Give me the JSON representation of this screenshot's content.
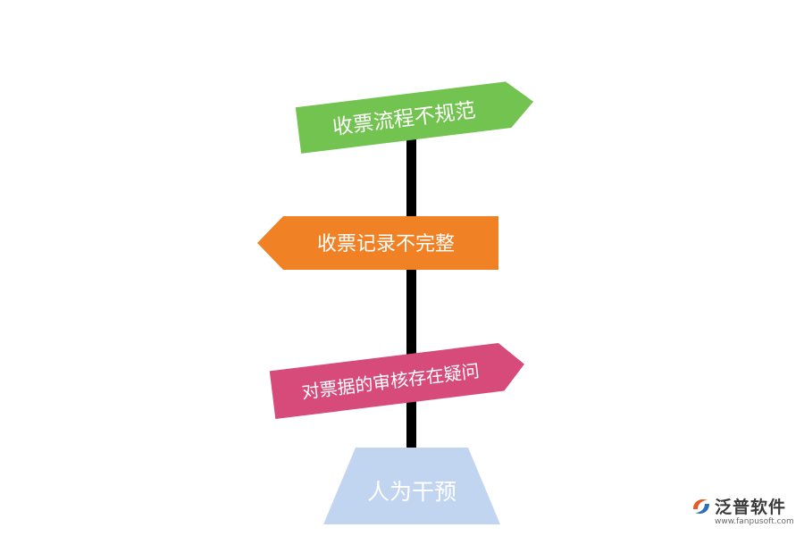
{
  "signpost": {
    "signs": [
      {
        "label": "收票流程不规范",
        "color": "#72c34f"
      },
      {
        "label": "收票记录不完整",
        "color": "#f08124"
      },
      {
        "label": "对票据的审核存在疑问",
        "color": "#d64b7a"
      }
    ],
    "base": {
      "label": "人为干预",
      "color": "#c1d5f1"
    },
    "pole_color": "#000000"
  },
  "watermark": {
    "brand": "泛普软件",
    "url": "www.fanpusoft.com",
    "logo_colors": [
      "#e65a2a",
      "#2d6fb7"
    ]
  }
}
